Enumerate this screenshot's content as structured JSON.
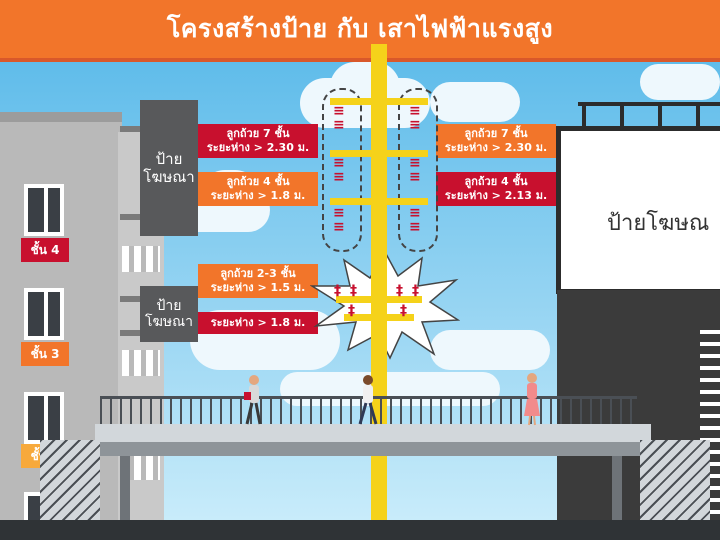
{
  "header": {
    "title": "โครงสร้างป้าย กับ เสาไฟฟ้าแรงสูง"
  },
  "left_building": {
    "floors": [
      {
        "label": "ชั้น 4",
        "color": "#c8102e"
      },
      {
        "label": "ชั้น 3",
        "color": "#f2752a"
      },
      {
        "label": "ชั้น 2",
        "color": "#f7a93b"
      }
    ]
  },
  "signs": {
    "top_sign": "ป้าย\nโฆษณา",
    "bottom_sign": "ป้าย\nโฆษณา",
    "billboard": "ป้ายโฆษณ"
  },
  "labels": {
    "left_7": "ลูกถ้วย 7 ชั้น\nระยะห่าง > 2.30 ม.",
    "left_4": "ลูกถ้วย 4 ชั้น\nระยะห่าง > 1.8 ม.",
    "left_23": "ลูกถ้วย 2-3 ชั้น\nระยะห่าง > 1.5 ม.",
    "left_low": "ระยะห่าง > 1.8 ม.",
    "right_7": "ลูกถ้วย 7 ชั้น\nระยะห่าง > 2.30 ม.",
    "right_4": "ลูกถ้วย 4 ชั้น\nระยะห่าง > 2.13 ม."
  },
  "colors": {
    "header": "#f2752a",
    "red": "#c8102e",
    "orange": "#f2752a",
    "pole": "#f5d21a",
    "sky": "#8fd0f2"
  },
  "icons": [
    "insulator-icon",
    "pedestrian-icon",
    "burst-icon"
  ]
}
